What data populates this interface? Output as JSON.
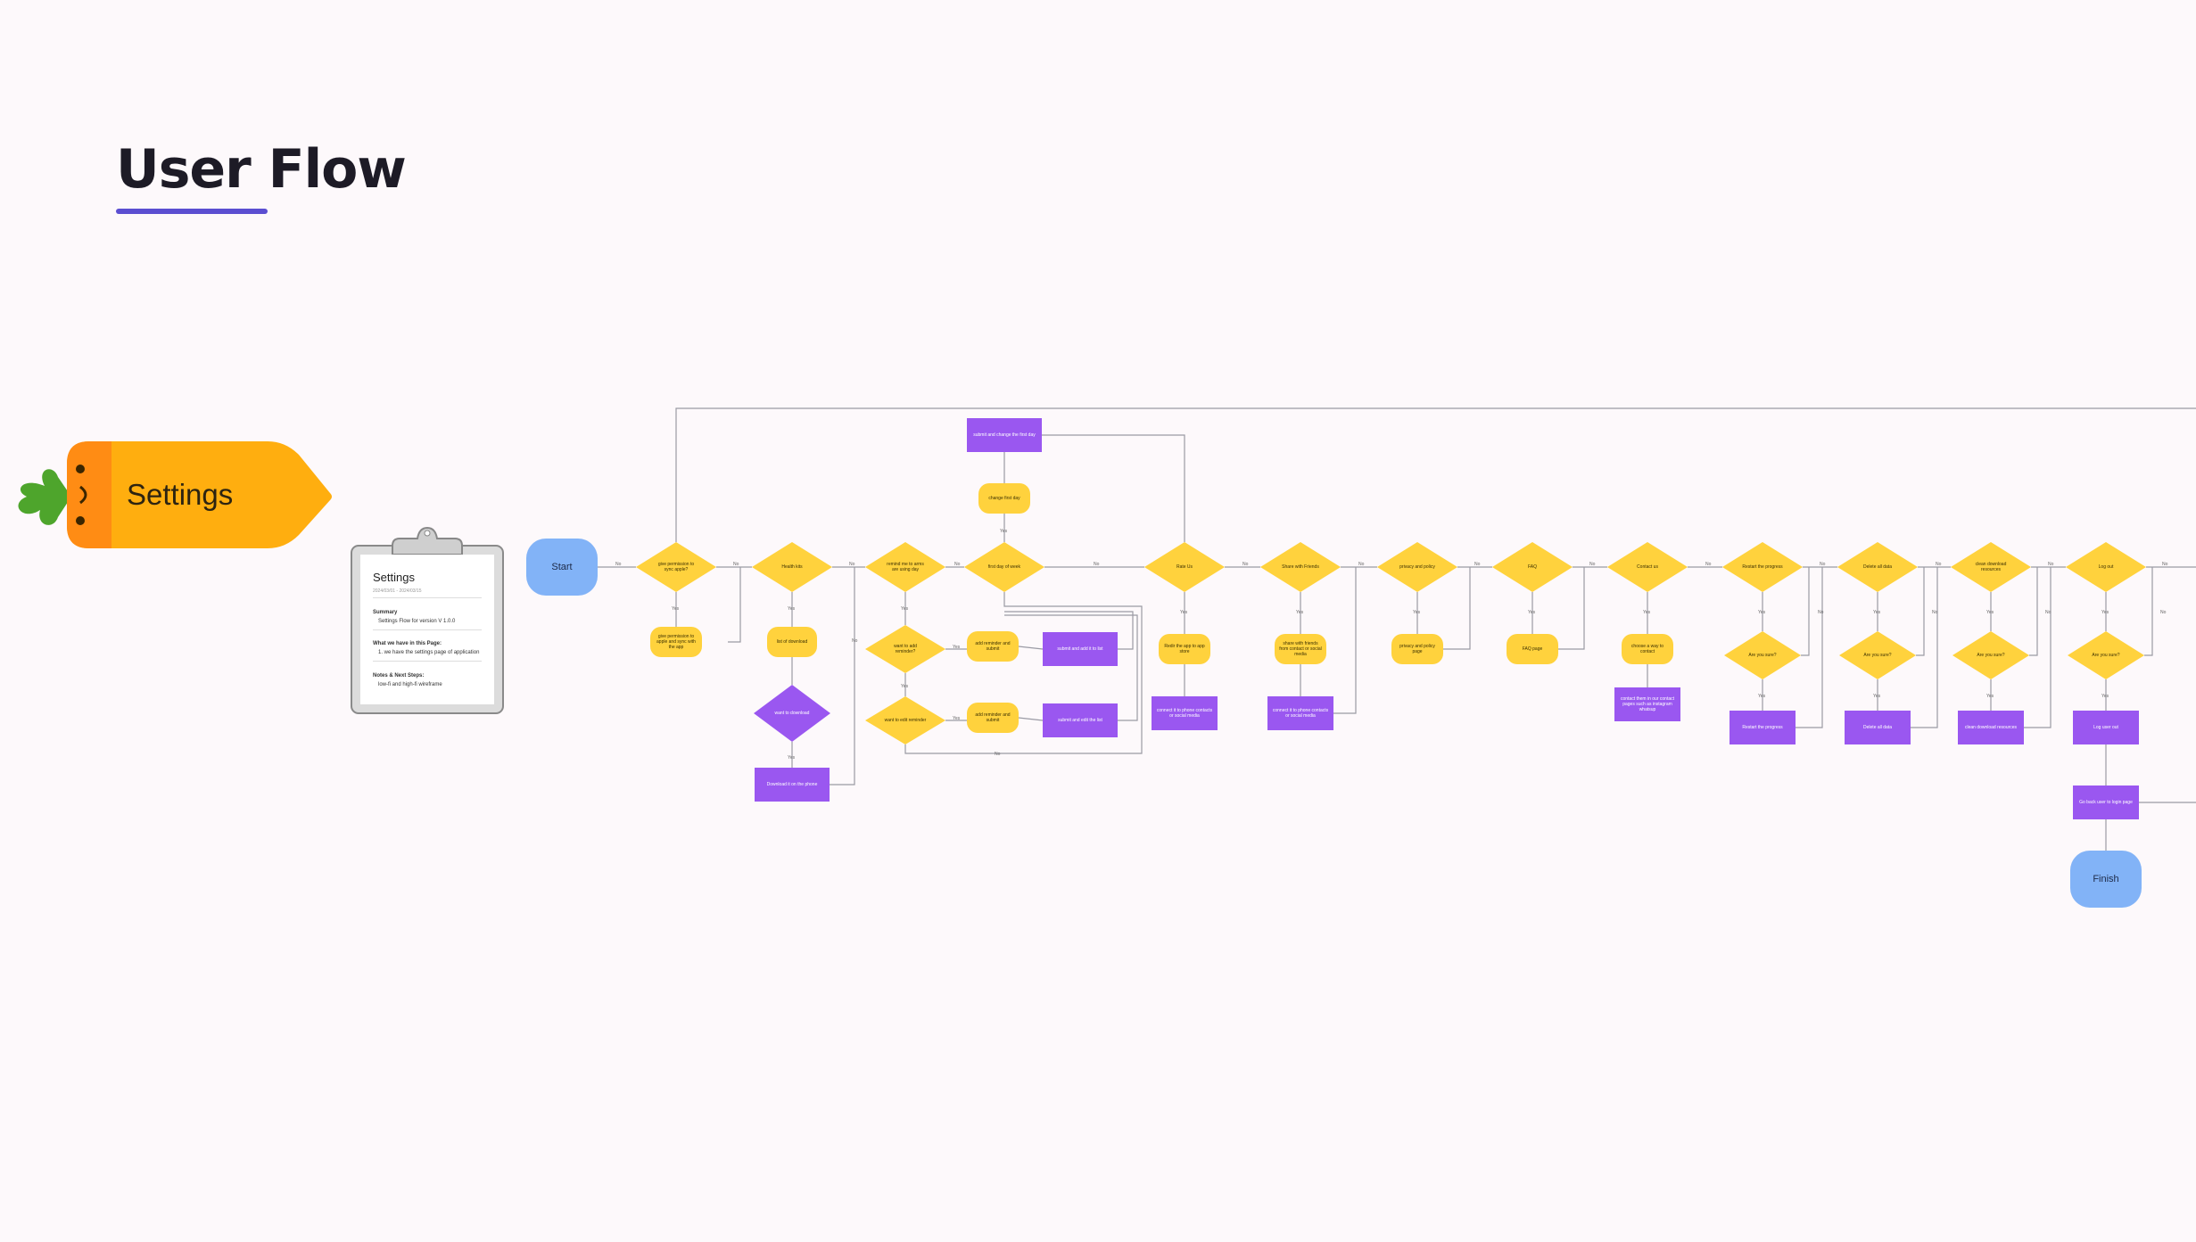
{
  "page": {
    "title": "User Flow"
  },
  "section_tag": {
    "label": "Settings"
  },
  "clipboard": {
    "title": "Settings",
    "date": "2024/03/01 - 2024/03/15",
    "summary_heading": "Summary",
    "summary_item": "Settings Flow for version V 1.0.0",
    "have_heading": "What we have in this Page:",
    "have_item": "1. we have the settings page of application",
    "notes_heading": "Notes & Next Steps:",
    "notes_item": "low-fi and high-fi wireframe"
  },
  "colors": {
    "decision": "#ffd23d",
    "process": "#9a57f0",
    "terminal": "#82b3f7",
    "accent": "#5b4ed1"
  },
  "nodes": [
    {
      "id": "start",
      "type": "terminal",
      "text": "Start"
    },
    {
      "id": "d1",
      "type": "decision",
      "text": "give permission to sync apple?"
    },
    {
      "id": "r1",
      "type": "rounded",
      "text": "give permission to apple and sync with the app"
    },
    {
      "id": "d2",
      "type": "decision",
      "text": "Health kits"
    },
    {
      "id": "r2",
      "type": "rounded",
      "text": "list of download"
    },
    {
      "id": "d2b",
      "type": "purple-decision",
      "text": "want to download"
    },
    {
      "id": "p2",
      "type": "process",
      "text": "Download it on the phone"
    },
    {
      "id": "d3",
      "type": "decision",
      "text": "remind me to arms are using day"
    },
    {
      "id": "d3a",
      "type": "decision",
      "text": "want to add reminder?"
    },
    {
      "id": "r3a",
      "type": "rounded",
      "text": "add reminder and submit"
    },
    {
      "id": "p3a",
      "type": "process",
      "text": "submit and add it to list"
    },
    {
      "id": "d3b",
      "type": "decision",
      "text": "want to edit reminder"
    },
    {
      "id": "r3b",
      "type": "rounded",
      "text": "add reminder and submit"
    },
    {
      "id": "p3b",
      "type": "process",
      "text": "submit and edit the list"
    },
    {
      "id": "d4",
      "type": "decision",
      "text": "first day of week"
    },
    {
      "id": "r4",
      "type": "rounded",
      "text": "change first day"
    },
    {
      "id": "p4",
      "type": "process",
      "text": "submit and change the first day"
    },
    {
      "id": "d5",
      "type": "decision",
      "text": "Rate Us"
    },
    {
      "id": "r5",
      "type": "rounded",
      "text": "Redir the app to app store"
    },
    {
      "id": "p5",
      "type": "process",
      "text": "connect it to phone contacts or social media"
    },
    {
      "id": "d6",
      "type": "decision",
      "text": "Share with Friends"
    },
    {
      "id": "r6",
      "type": "rounded",
      "text": "share with friends from contact or social media"
    },
    {
      "id": "p6",
      "type": "process",
      "text": "connect it to phone contacts or social media"
    },
    {
      "id": "d7",
      "type": "decision",
      "text": "privacy and policy"
    },
    {
      "id": "r7",
      "type": "rounded",
      "text": "privacy and policy page"
    },
    {
      "id": "d8",
      "type": "decision",
      "text": "FAQ"
    },
    {
      "id": "r8",
      "type": "rounded",
      "text": "FAQ page"
    },
    {
      "id": "d9",
      "type": "decision",
      "text": "Contact us"
    },
    {
      "id": "r9",
      "type": "rounded",
      "text": "choose a way to contact"
    },
    {
      "id": "p9",
      "type": "process",
      "text": "contact them in our contact pages such as instagram whatsup"
    },
    {
      "id": "d10",
      "type": "decision",
      "text": "Restart the progress"
    },
    {
      "id": "d10a",
      "type": "decision",
      "text": "Are you sure?"
    },
    {
      "id": "p10",
      "type": "process",
      "text": "Restart the progress"
    },
    {
      "id": "d11",
      "type": "decision",
      "text": "Delete all data"
    },
    {
      "id": "d11a",
      "type": "decision",
      "text": "Are you sure?"
    },
    {
      "id": "p11",
      "type": "process",
      "text": "Delete all data"
    },
    {
      "id": "d12",
      "type": "decision",
      "text": "clean download resources"
    },
    {
      "id": "d12a",
      "type": "decision",
      "text": "Are you sure?"
    },
    {
      "id": "p12",
      "type": "process",
      "text": "clean download resources"
    },
    {
      "id": "d13",
      "type": "decision",
      "text": "Log out"
    },
    {
      "id": "d13a",
      "type": "decision",
      "text": "Are you sure?"
    },
    {
      "id": "p13",
      "type": "process",
      "text": "Log user out"
    },
    {
      "id": "p13b",
      "type": "process",
      "text": "Go back user to login page"
    },
    {
      "id": "finish",
      "type": "terminal",
      "text": "Finish"
    }
  ],
  "edge_labels": {
    "yes": "Yes",
    "no": "No"
  }
}
